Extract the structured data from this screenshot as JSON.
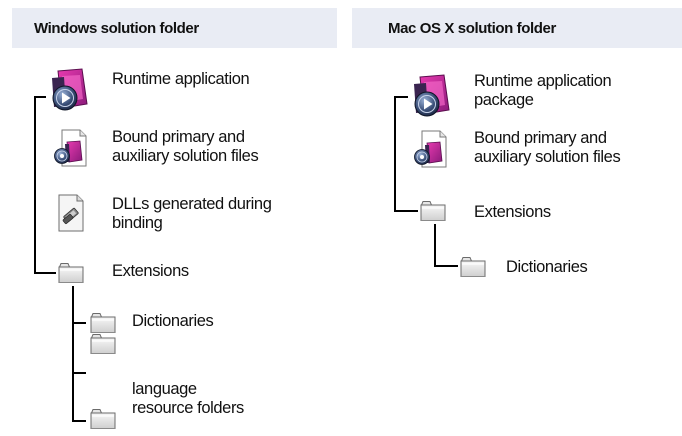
{
  "windows": {
    "header": "Windows solution folder",
    "runtime_app": "Runtime application",
    "bound_files": [
      "Bound primary and",
      "auxiliary solution files"
    ],
    "dlls": [
      "DLLs generated during",
      "binding"
    ],
    "extensions": "Extensions",
    "dictionaries": "Dictionaries",
    "language_folders": [
      "language",
      "resource folders"
    ]
  },
  "mac": {
    "header": "Mac OS X solution folder",
    "runtime_app": [
      "Runtime application",
      "package"
    ],
    "bound_files": [
      "Bound primary and",
      "auxiliary solution files"
    ],
    "extensions": "Extensions",
    "dictionaries": "Dictionaries"
  },
  "icons": [
    "runtime-app-icon",
    "solution-file-icon",
    "dll-icon",
    "folder-icon"
  ]
}
